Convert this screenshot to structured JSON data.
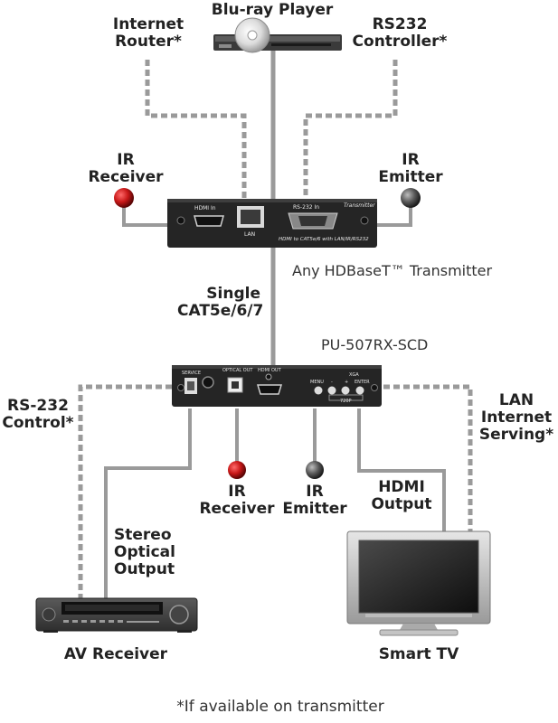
{
  "labels": {
    "bluray": "Blu-ray Player",
    "router_line1": "Internet",
    "router_line2": "Router*",
    "rs232ctrl_line1": "RS232",
    "rs232ctrl_line2": "Controller*",
    "ir_receiver_top_line1": "IR",
    "ir_receiver_top_line2": "Receiver",
    "ir_emitter_top_line1": "IR",
    "ir_emitter_top_line2": "Emitter",
    "transmitter_name": "Any HDBaseT™ Transmitter",
    "cable_line1": "Single",
    "cable_line2": "CAT5e/6/7",
    "receiver_name": "PU-507RX-SCD",
    "rs232_control_line1": "RS-232",
    "rs232_control_line2": "Control*",
    "lan_line1": "LAN",
    "lan_line2": "Internet",
    "lan_line3": "Serving*",
    "ir_receiver_bottom_line1": "IR",
    "ir_receiver_bottom_line2": "Receiver",
    "ir_emitter_bottom_line1": "IR",
    "ir_emitter_bottom_line2": "Emitter",
    "hdmi_output_line1": "HDMI",
    "hdmi_output_line2": "Output",
    "optical_line1": "Stereo",
    "optical_line2": "Optical",
    "optical_line3": "Output",
    "av_receiver": "AV Receiver",
    "smart_tv": "Smart TV",
    "footnote": "*If available on transmitter"
  },
  "transmitter_panel": {
    "hdmi_in": "HDMI In",
    "lan": "LAN",
    "rs232_in": "RS-232 In",
    "badge": "Transmitter",
    "caption": "HDMI to CAT5e/6 with LAN/IR/RS232"
  },
  "receiver_panel": {
    "service": "SERVICE",
    "optical_out": "OPTICAL OUT",
    "hdmi_out": "HDMI OUT",
    "menu": "MENU",
    "minus": "-",
    "plus": "+",
    "xga": "XGA",
    "enter": "ENTER",
    "p720": "720P"
  },
  "colors": {
    "wire": "#9a9a9a",
    "ir_receiver_dot": "#c21818",
    "ir_emitter_dot": "#555555",
    "device_body": "#2a2a2a"
  }
}
